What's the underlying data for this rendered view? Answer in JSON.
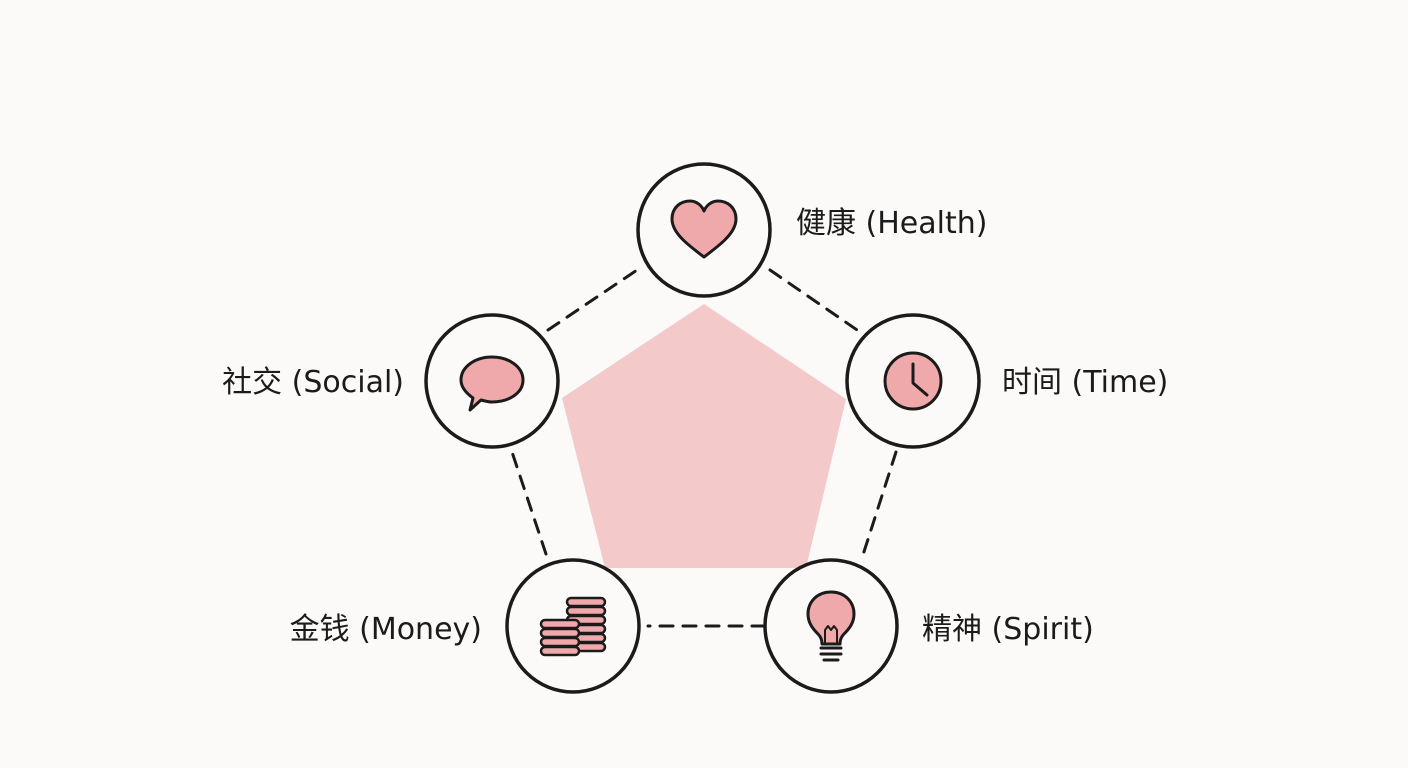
{
  "colors": {
    "background": "#fbfaf8",
    "fill": "#f3c2c2",
    "accent": "#f0a9ab",
    "ink": "#1b1b1b"
  },
  "nodes": [
    {
      "id": "health",
      "label": "健康 (Health)",
      "icon": "heart-icon"
    },
    {
      "id": "time",
      "label": "时间 (Time)",
      "icon": "clock-icon"
    },
    {
      "id": "spirit",
      "label": "精神 (Spirit)",
      "icon": "lightbulb-icon"
    },
    {
      "id": "money",
      "label": "金钱 (Money)",
      "icon": "coins-icon"
    },
    {
      "id": "social",
      "label": "社交 (Social)",
      "icon": "speech-bubble-icon"
    }
  ]
}
